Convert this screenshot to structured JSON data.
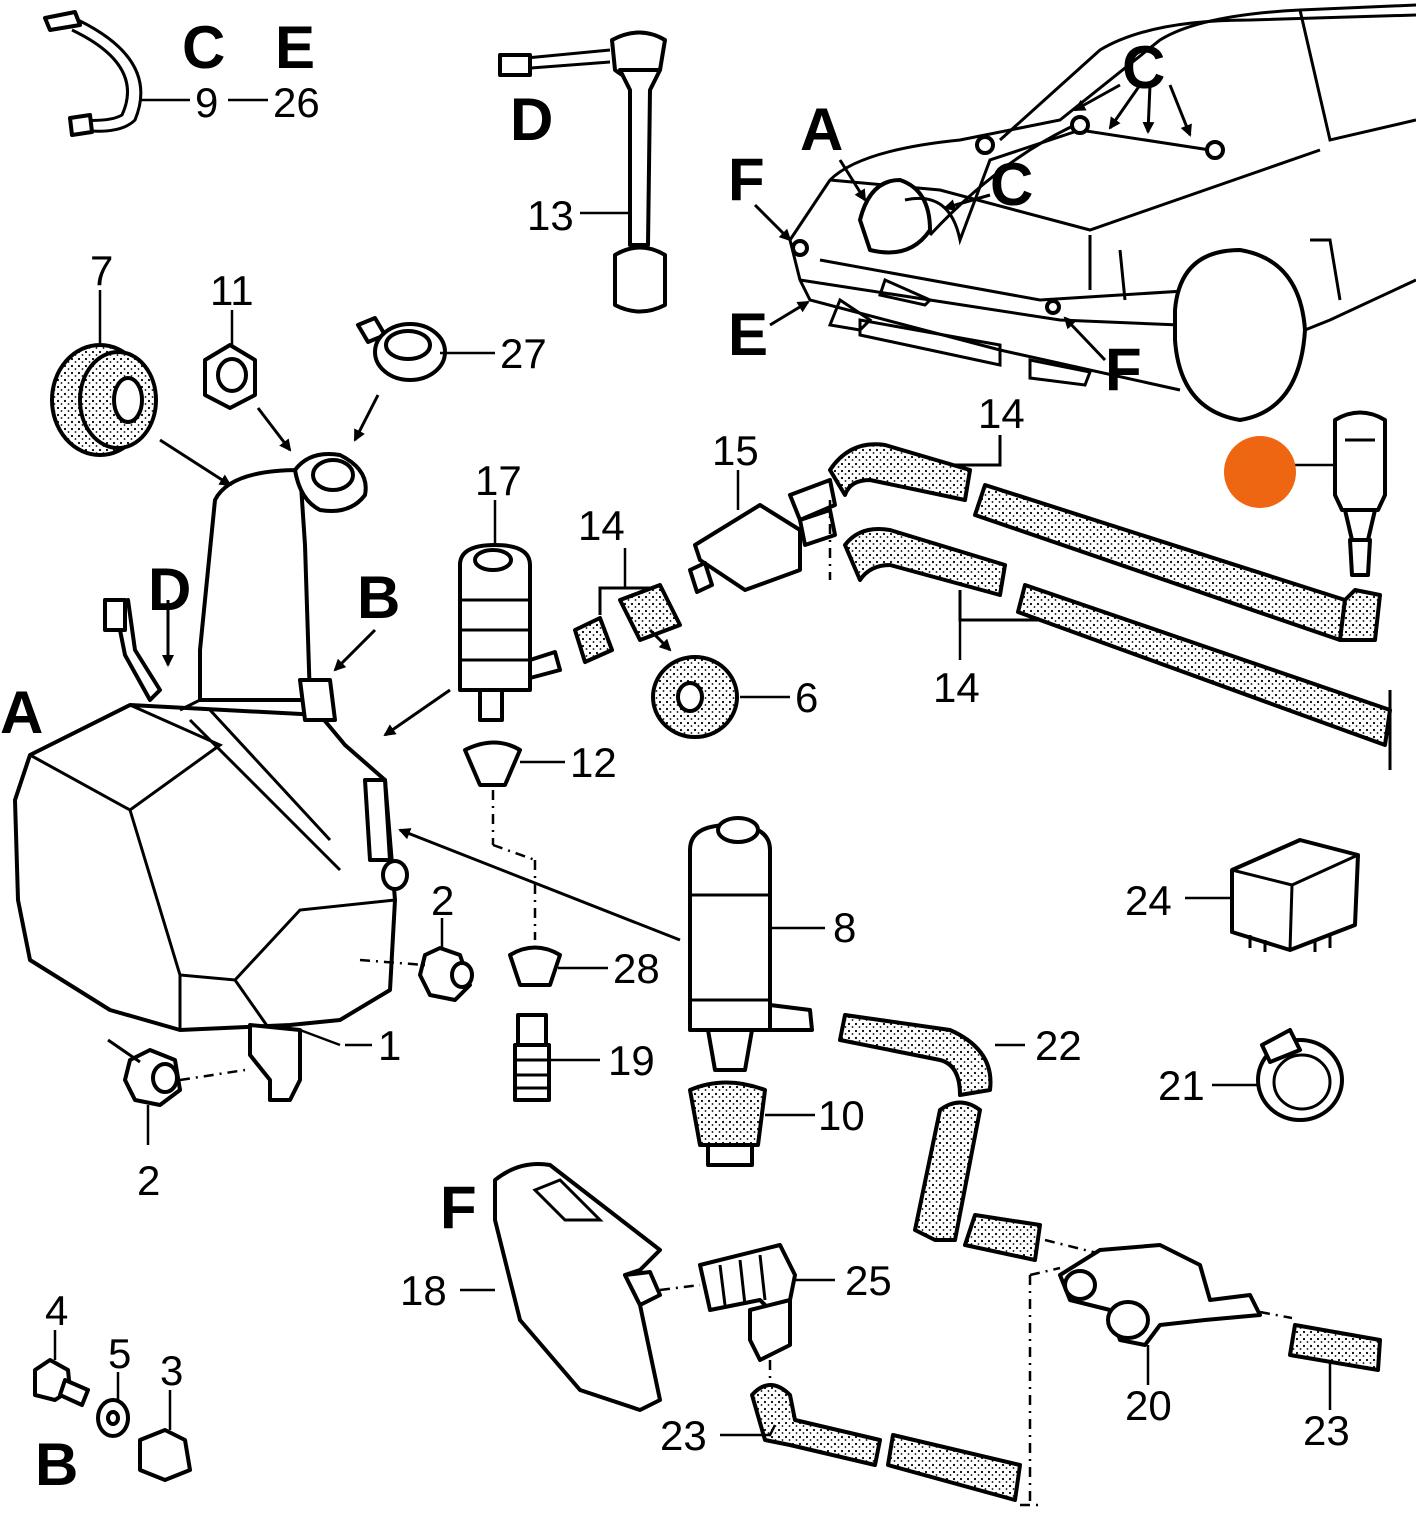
{
  "labels": {
    "n1": "1",
    "n2a": "2",
    "n2b": "2",
    "n3": "3",
    "n4": "4",
    "n5": "5",
    "n6": "6",
    "n7": "7",
    "n8": "8",
    "n9": "9",
    "n10": "10",
    "n11": "11",
    "n12": "12",
    "n13": "13",
    "n14a": "14",
    "n14b": "14",
    "n14c": "14",
    "n15": "15",
    "n17": "17",
    "n18": "18",
    "n19": "19",
    "n20": "20",
    "n21": "21",
    "n22": "22",
    "n23a": "23",
    "n23b": "23",
    "n24": "24",
    "n25": "25",
    "n26": "26",
    "n27": "27",
    "n28": "28"
  },
  "letters": {
    "cTop": "C",
    "eTop": "E",
    "dTop": "D",
    "aCar": "A",
    "fCar1": "F",
    "cCar1": "C",
    "cCar2": "C",
    "eCar": "E",
    "fCar2": "F",
    "dTank": "D",
    "bTank": "B",
    "aTank": "A",
    "bBottom": "B",
    "fBottom": "F"
  },
  "marker": {
    "color": "#EE6611"
  }
}
